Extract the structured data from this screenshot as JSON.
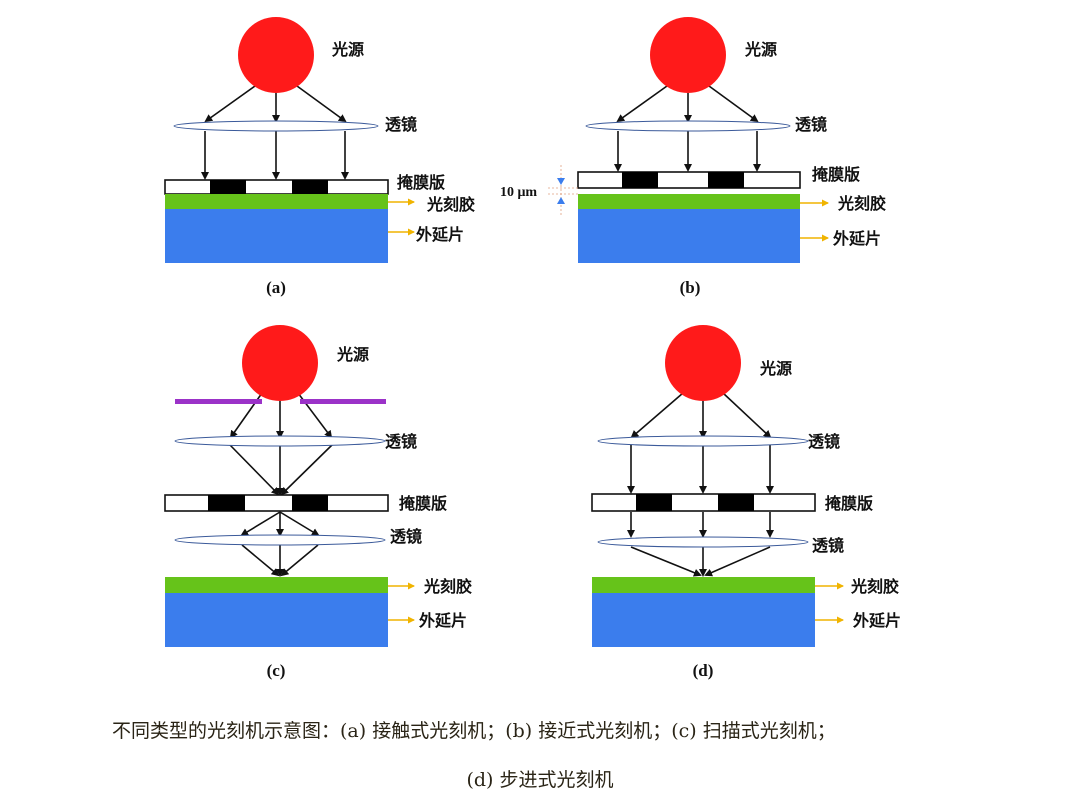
{
  "labels": {
    "light_source": "光源",
    "lens": "透镜",
    "mask": "掩膜版",
    "photoresist": "光刻胶",
    "wafer": "外延片",
    "gap": "10 μm"
  },
  "panels": [
    "(a)",
    "(b)",
    "(c)",
    "(d)"
  ],
  "caption": {
    "line1": "不同类型的光刻机示意图：(a)  接触式光刻机；(b)  接近式光刻机；(c)  扫描式光刻机；",
    "line2": "(d)  步进式光刻机"
  },
  "colors": {
    "source": "#ff1a1a",
    "photoresist": "#66c31a",
    "wafer": "#3b7ded",
    "aperture": "#9b32c8",
    "pointer": "#f0b400"
  }
}
